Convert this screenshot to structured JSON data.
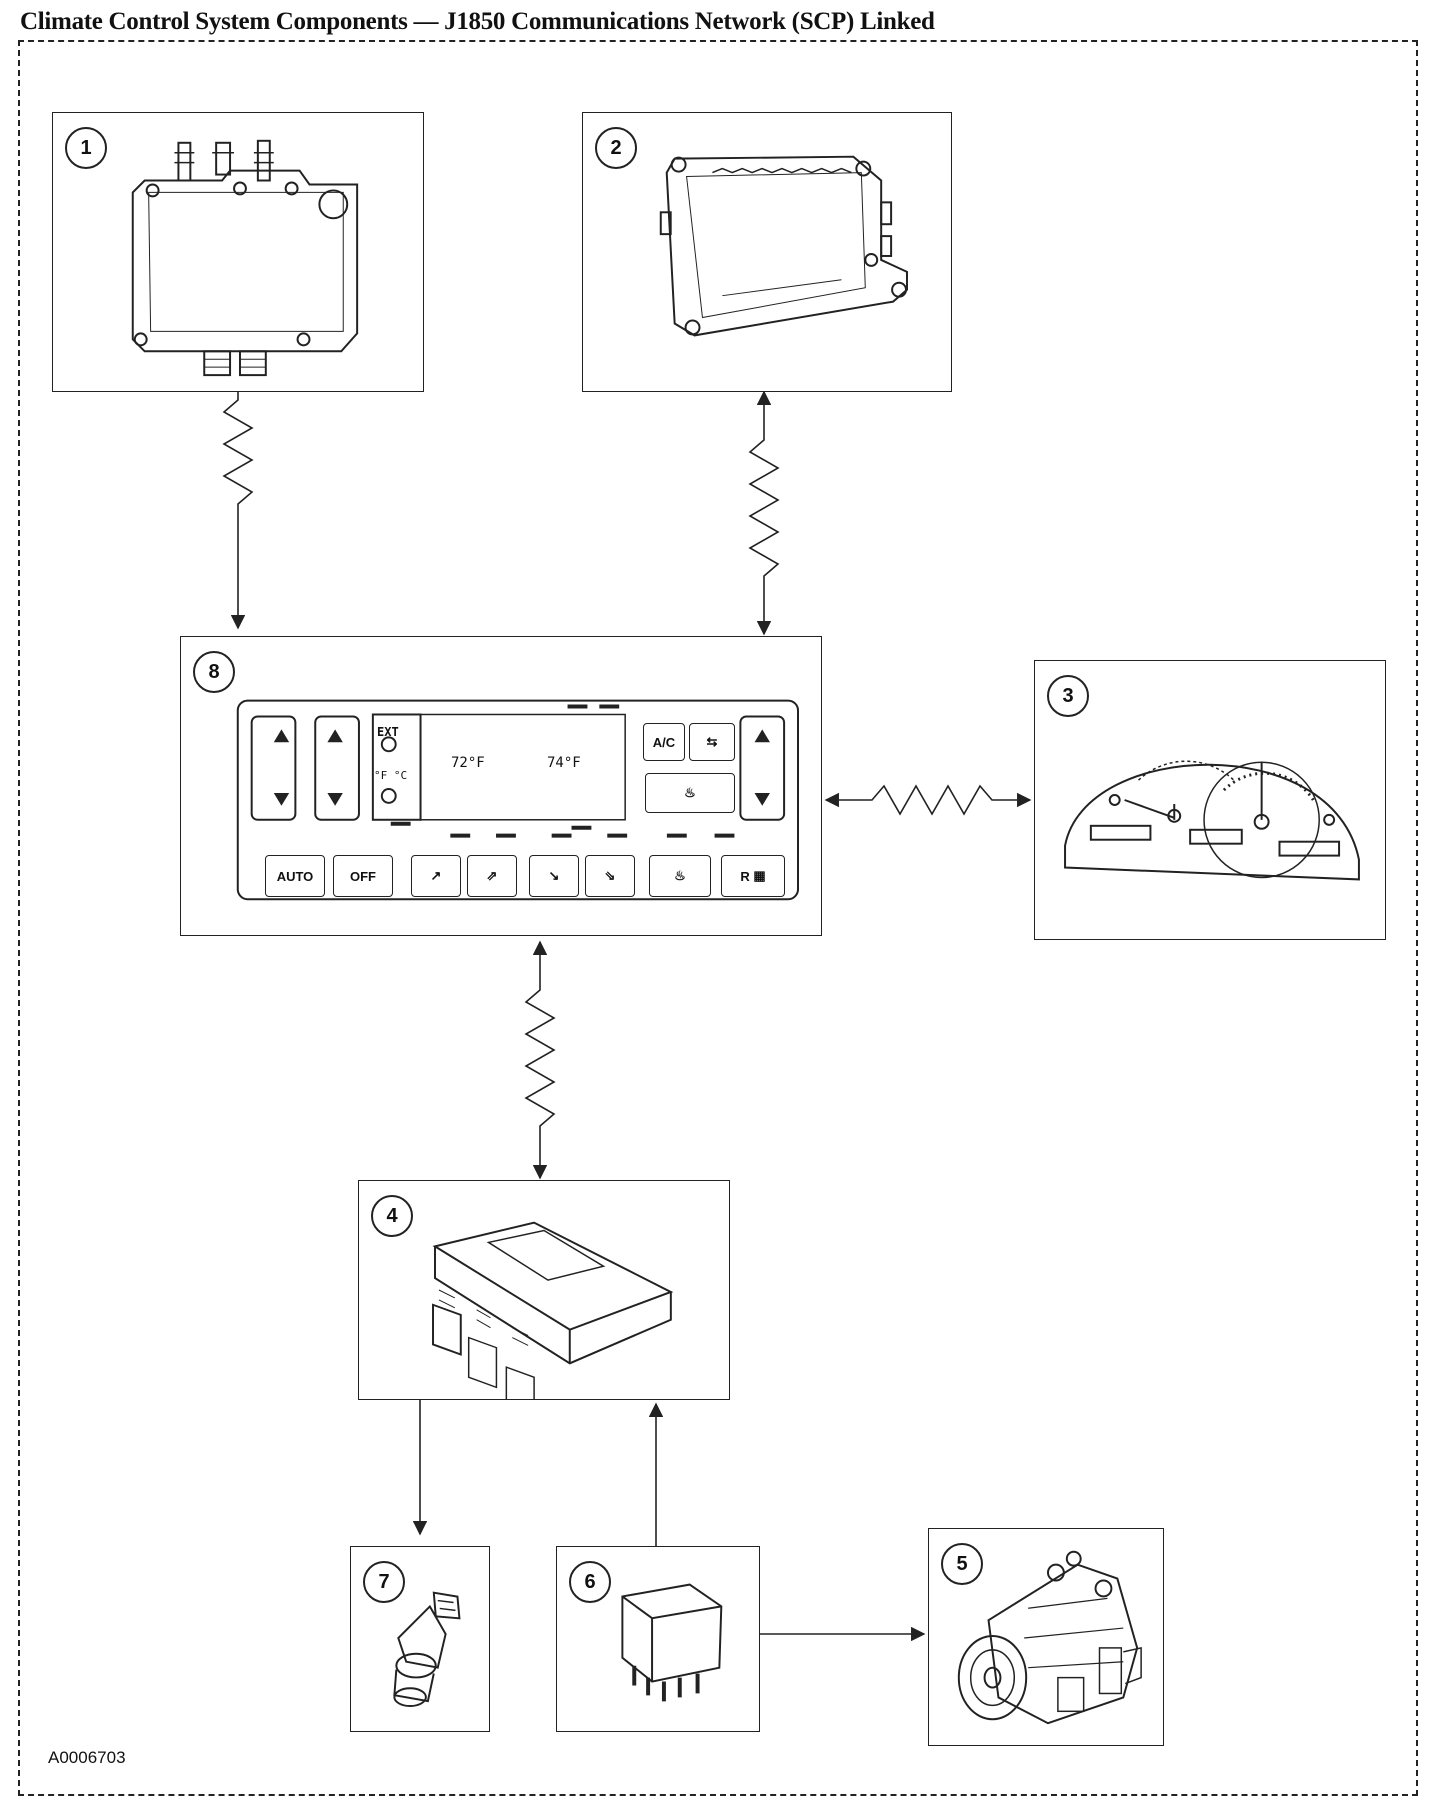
{
  "title": "Climate Control System Components — J1850 Communications Network (SCP) Linked",
  "figure_id": "A0006703",
  "components": [
    {
      "number": "1"
    },
    {
      "number": "2"
    },
    {
      "number": "3"
    },
    {
      "number": "4"
    },
    {
      "number": "5"
    },
    {
      "number": "6"
    },
    {
      "number": "7"
    },
    {
      "number": "8"
    }
  ],
  "control_panel": {
    "ext_label": "EXT",
    "units_label": "°F °C",
    "temp_left": "72°F",
    "temp_right": "74°F",
    "ac_label": "A/C",
    "auto_label": "AUTO",
    "off_label": "OFF",
    "rear_label": "R"
  }
}
